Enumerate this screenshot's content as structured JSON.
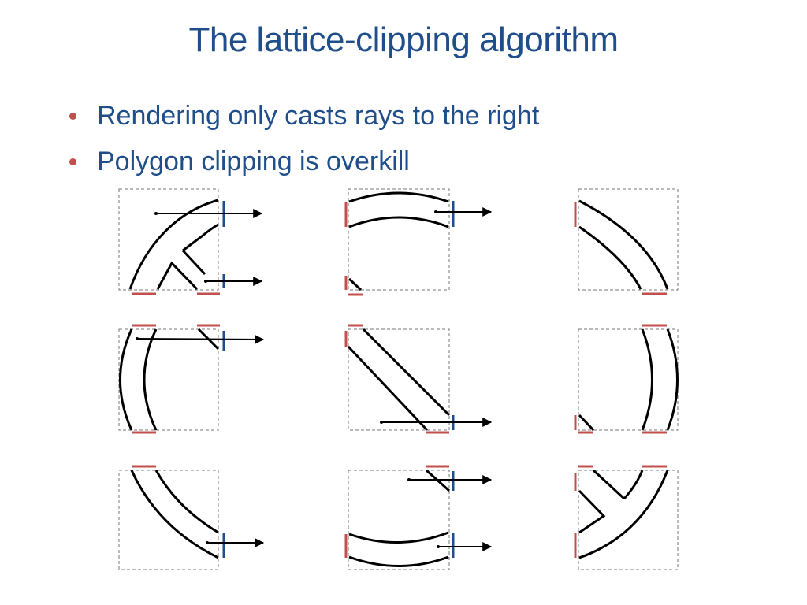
{
  "slide": {
    "title": "The lattice-clipping algorithm",
    "bullets": [
      "Rendering only casts rays to the right",
      "Polygon clipping is overkill"
    ]
  },
  "colors": {
    "title": "#1f4e8a",
    "bullet_marker": "#c0504d",
    "clip_mark_red": "#c0504d",
    "clip_mark_blue": "#1f4e8a",
    "stroke": "#000000",
    "cell_border": "#777777"
  }
}
